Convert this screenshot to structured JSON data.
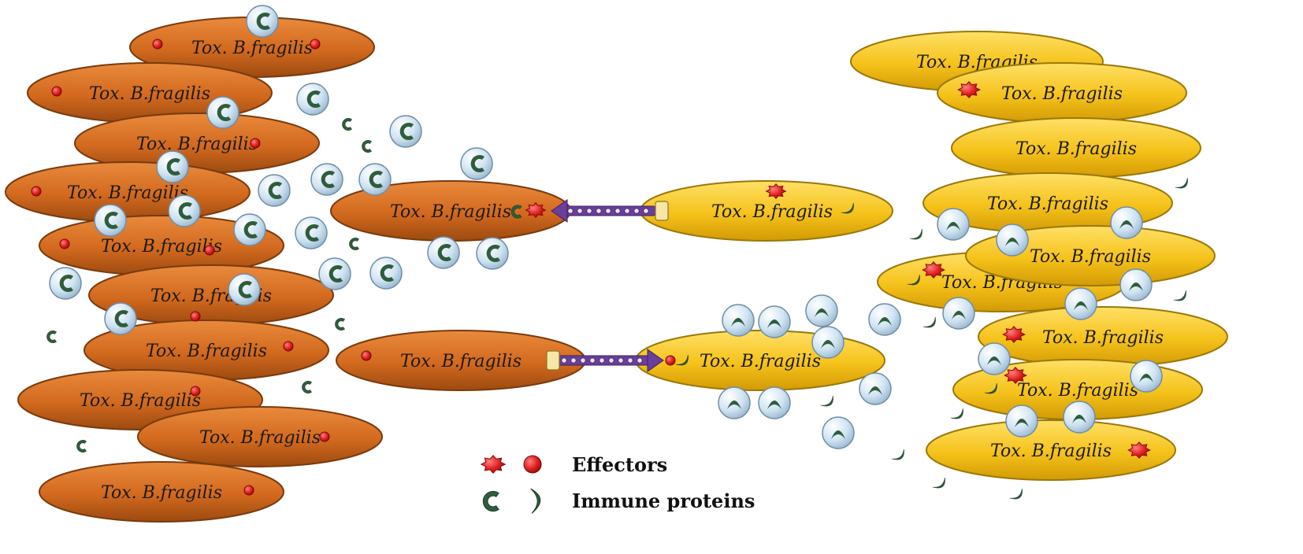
{
  "colors": {
    "orange_cell": "#d2691e",
    "orange_cell_edge": "#7a3a0c",
    "yellow_cell": "#f5c21a",
    "yellow_cell_edge": "#9a7808",
    "effector": "#e02020",
    "immune_dark": "#2f5d3c",
    "bubble_fill": "#cfe3f2",
    "bubble_edge": "#6f8da6",
    "injector": "#6a3f9a"
  },
  "cell_label": "Tox. B.fragilis",
  "legend": {
    "effectors": "Effectors",
    "immune_proteins": "Immune proteins"
  },
  "icons": {
    "effector_blob": "effector-blob-icon",
    "effector_dot": "effector-dot-icon",
    "immune_c": "immune-c-icon",
    "immune_crescent": "immune-crescent-icon",
    "bubbled_c": "bubbled-immune-c-icon",
    "bubbled_crescent": "bubbled-immune-crescent-icon",
    "injector": "secretion-injector-icon"
  }
}
